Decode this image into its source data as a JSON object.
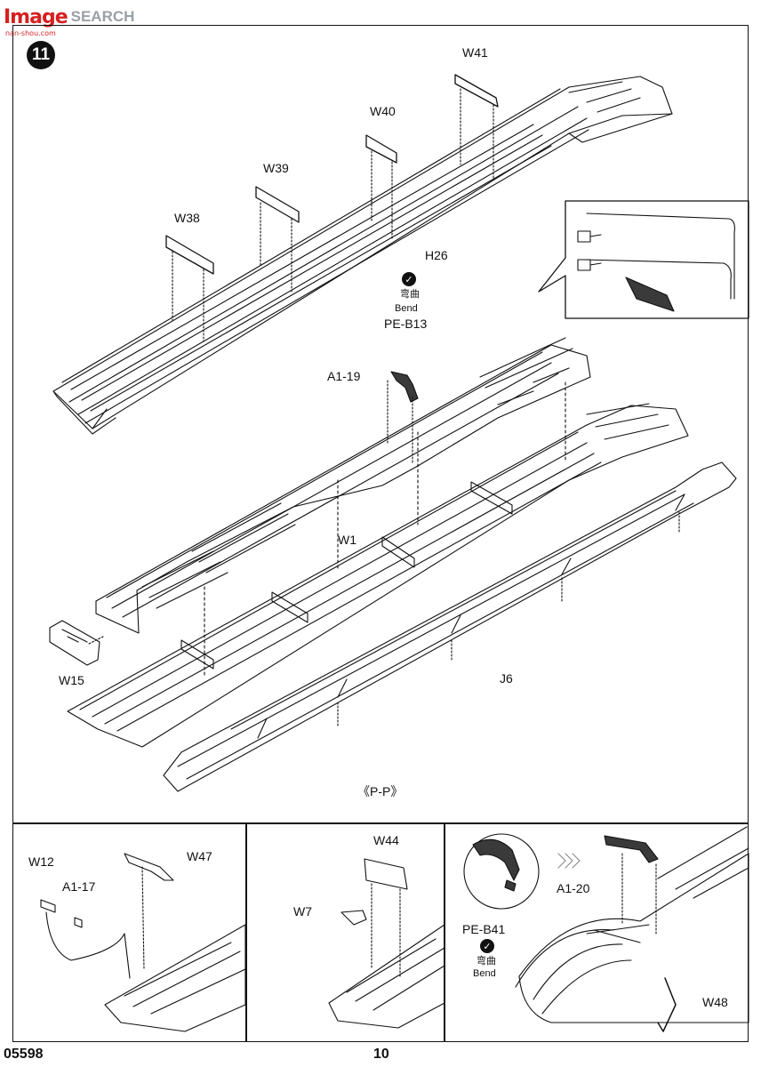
{
  "watermark": {
    "logo": "Image",
    "text": "SEARCH",
    "url": "nan-shou.com"
  },
  "step": {
    "number": "11"
  },
  "parts": {
    "w41": "W41",
    "w40": "W40",
    "w39": "W39",
    "w38": "W38",
    "h26": "H26",
    "pe_b13": "PE-B13",
    "a1_19": "A1-19",
    "w1": "W1",
    "w15": "W15",
    "j6": "J6",
    "w12": "W12",
    "a1_17": "A1-17",
    "w47": "W47",
    "w44": "W44",
    "w7": "W7",
    "a1_20": "A1-20",
    "pe_b41": "PE-B41",
    "w48": "W48"
  },
  "bend": {
    "chinese": "弯曲",
    "english": "Bend"
  },
  "section_label": "《P-P》",
  "footer": {
    "code": "05598",
    "page": "10"
  },
  "colors": {
    "ink": "#111111",
    "watermark_red": "#d62020",
    "watermark_grey": "#9aa0a6",
    "part_dark": "#3a3a3a"
  }
}
